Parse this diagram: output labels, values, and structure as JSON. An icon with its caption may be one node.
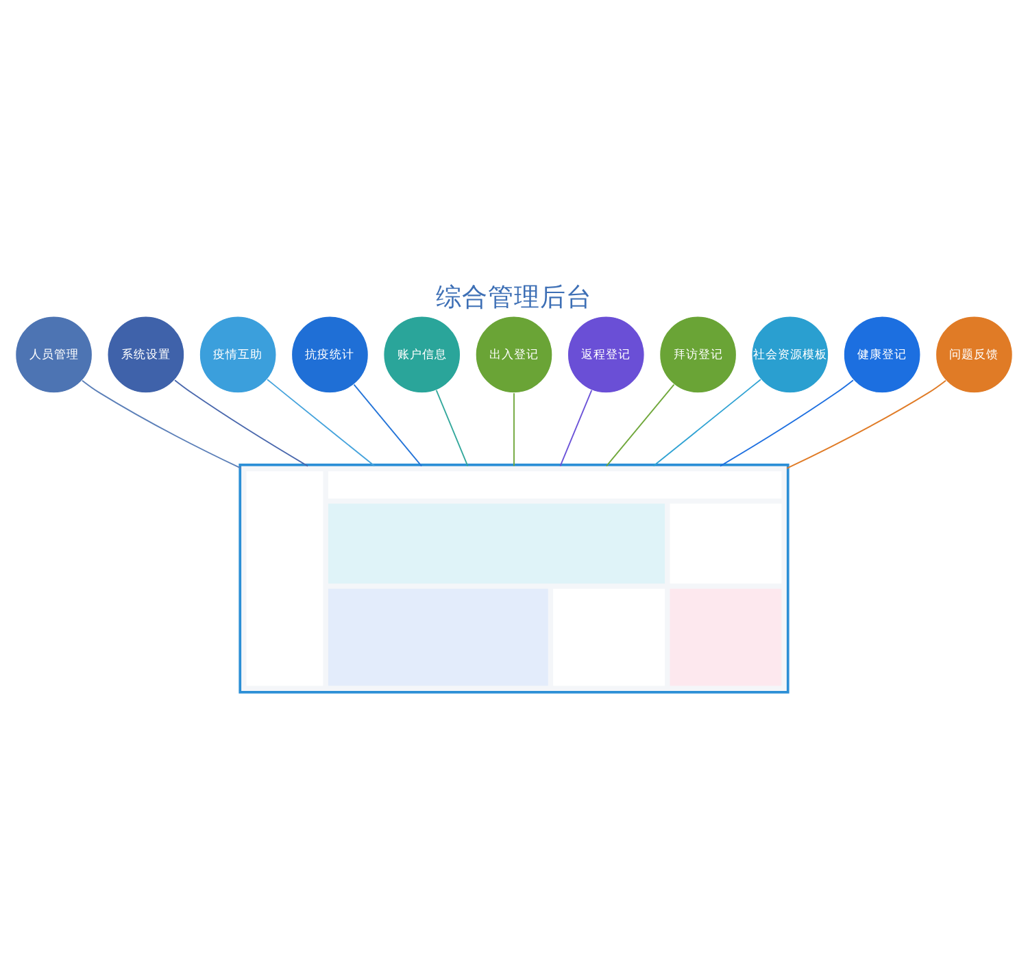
{
  "diagram": {
    "title": "综合管理后台",
    "nodes": [
      {
        "text": [
          "人员管理"
        ]
      },
      {
        "text": [
          "系统设置"
        ]
      },
      {
        "text": [
          "疫情互助"
        ]
      },
      {
        "text": [
          "抗疫统计"
        ]
      },
      {
        "text": [
          "账户信息"
        ]
      },
      {
        "text": [
          "出入登记"
        ]
      },
      {
        "text": [
          "返程登记"
        ]
      },
      {
        "text": [
          "拜访登记"
        ]
      },
      {
        "text": [
          "社会资源模板"
        ]
      },
      {
        "text": [
          "健康登记"
        ]
      },
      {
        "text": [
          "问题反馈"
        ]
      },
      {
        "text": [],
        "shape": "picture"
      }
    ],
    "edges": [
      {
        "from": 0,
        "to": 11,
        "arrow": "none",
        "color": "#5b7fb8"
      },
      {
        "from": 1,
        "to": 11,
        "arrow": "none",
        "color": "#4a68ad"
      },
      {
        "from": 2,
        "to": 11,
        "arrow": "none",
        "color": "#45a3dc"
      },
      {
        "from": 3,
        "to": 11,
        "arrow": "none",
        "color": "#2474d8"
      },
      {
        "from": 4,
        "to": 11,
        "arrow": "none",
        "color": "#33a89c"
      },
      {
        "from": 5,
        "to": 11,
        "arrow": "none",
        "color": "#6fa73a"
      },
      {
        "from": 6,
        "to": 11,
        "arrow": "none",
        "color": "#6b52d8"
      },
      {
        "from": 7,
        "to": 11,
        "arrow": "none",
        "color": "#6fa73a"
      },
      {
        "from": 8,
        "to": 11,
        "arrow": "none",
        "color": "#2fa2d3"
      },
      {
        "from": 9,
        "to": 11,
        "arrow": "none",
        "color": "#1d6fe0"
      },
      {
        "from": 10,
        "to": 11,
        "arrow": "none",
        "color": "#e07b26"
      }
    ]
  }
}
